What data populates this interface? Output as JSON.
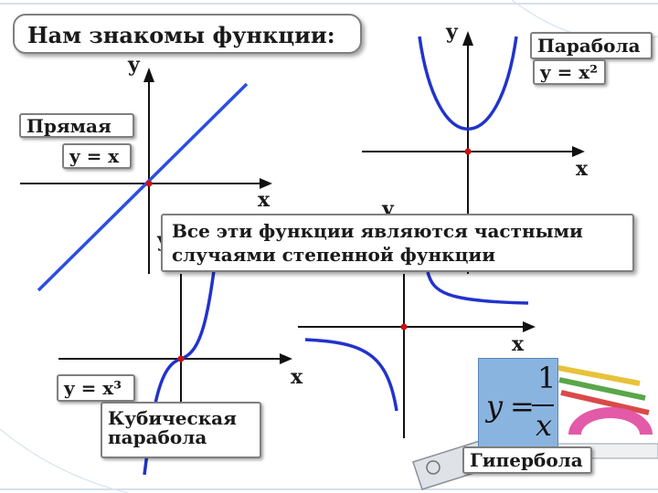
{
  "title": "Нам знакомы функции:",
  "note": {
    "line1": "Все эти функции являются частными",
    "line2": "случаями степенной функции"
  },
  "graphs": {
    "line": {
      "name": "Прямая",
      "formula": "y = x",
      "axis_x": "x",
      "axis_y": "y"
    },
    "parabola": {
      "name": "Парабола",
      "formula": "y = x²",
      "axis_x": "x",
      "axis_y": "y"
    },
    "cubic": {
      "name_line1": "Кубическая",
      "name_line2": "парабола",
      "formula": "y = x³",
      "axis_x": "x",
      "axis_y": "y"
    },
    "hyperbola": {
      "name": "Гипербола",
      "formula_y": "y",
      "formula_eq": "=",
      "formula_num": "1",
      "formula_den": "x",
      "axis_x": "x",
      "axis_y": "y"
    }
  },
  "colors": {
    "curve": "#2233cc",
    "curve_light": "#3f6fe0",
    "point": "#cc1111",
    "label_border": "#7f7f7f",
    "formula_bg": "#8ab4e0"
  }
}
